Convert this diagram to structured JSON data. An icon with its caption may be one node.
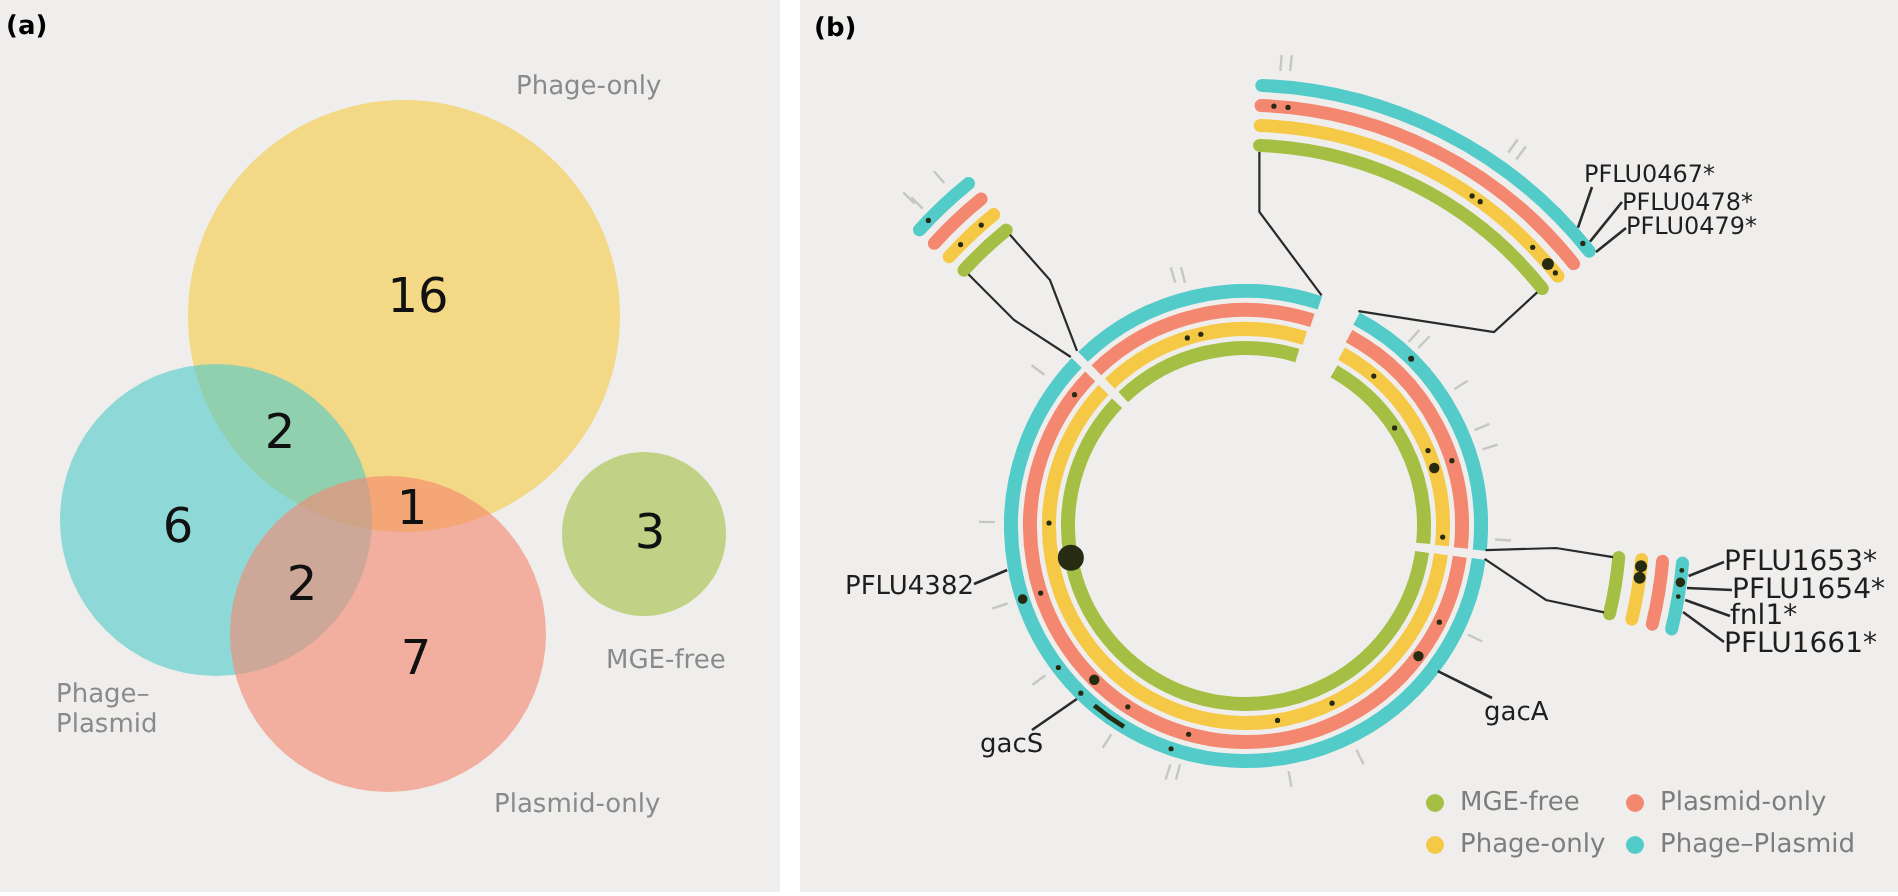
{
  "diagram": {
    "nodes": [
      {
        "text": [
          "Phage-only",
          "16"
        ]
      },
      {
        "text": [
          "6",
          "Phage– Plasmid"
        ]
      },
      {
        "text": [
          "7",
          "Plasmid-only"
        ]
      },
      {
        "text": [
          "3",
          "MGE-free"
        ]
      },
      {
        "text": [],
        "shape": "arc"
      },
      {
        "text": [],
        "shape": "arc"
      },
      {
        "text": [],
        "shape": "ring"
      },
      {
        "text": [],
        "shape": "arc"
      },
      {
        "text": [
          "PFLU0467*"
        ]
      },
      {
        "text": [
          "PFLU0478*"
        ]
      },
      {
        "text": [
          "PFLU0479*"
        ]
      },
      {
        "text": [
          "PFLU1653*"
        ]
      },
      {
        "text": [
          "PFLU1654*"
        ]
      },
      {
        "text": [
          "fnl1*"
        ]
      },
      {
        "text": [
          "PFLU1661*"
        ]
      },
      {
        "text": [
          "PFLU4382"
        ]
      },
      {
        "text": [
          "gacS"
        ]
      },
      {
        "text": [
          "gacA"
        ]
      }
    ],
    "edges": [
      {
        "from": 6,
        "to": 4,
        "arrow": "none"
      },
      {
        "from": 6,
        "to": 4,
        "arrow": "none"
      },
      {
        "from": 6,
        "to": 5,
        "arrow": "none"
      },
      {
        "from": 6,
        "to": 5,
        "arrow": "none"
      },
      {
        "from": 6,
        "to": 7,
        "arrow": "none"
      },
      {
        "from": 6,
        "to": 7,
        "arrow": "none"
      },
      {
        "from": 8,
        "to": 4,
        "arrow": "none"
      },
      {
        "from": 9,
        "to": 4,
        "arrow": "none"
      },
      {
        "from": 10,
        "to": 4,
        "arrow": "none"
      },
      {
        "from": 11,
        "to": 7,
        "arrow": "none"
      },
      {
        "from": 12,
        "to": 7,
        "arrow": "none"
      },
      {
        "from": 13,
        "to": 7,
        "arrow": "none"
      },
      {
        "from": 14,
        "to": 7,
        "arrow": "none"
      },
      {
        "from": 15,
        "to": 6,
        "arrow": "none"
      },
      {
        "from": 16,
        "to": 6,
        "arrow": "none"
      },
      {
        "from": 17,
        "to": 6,
        "arrow": "none"
      }
    ],
    "labels": [
      "(a)",
      "2",
      "1",
      "2",
      "(b)"
    ],
    "legend": [
      {
        "text": "MGE-free",
        "color": "#a5bf45"
      },
      {
        "text": "Plasmid-only",
        "color": "#f4876f"
      },
      {
        "text": "Phage-only",
        "color": "#f5c945"
      },
      {
        "text": "Phage–Plasmid",
        "color": "#52cbc9"
      }
    ]
  }
}
